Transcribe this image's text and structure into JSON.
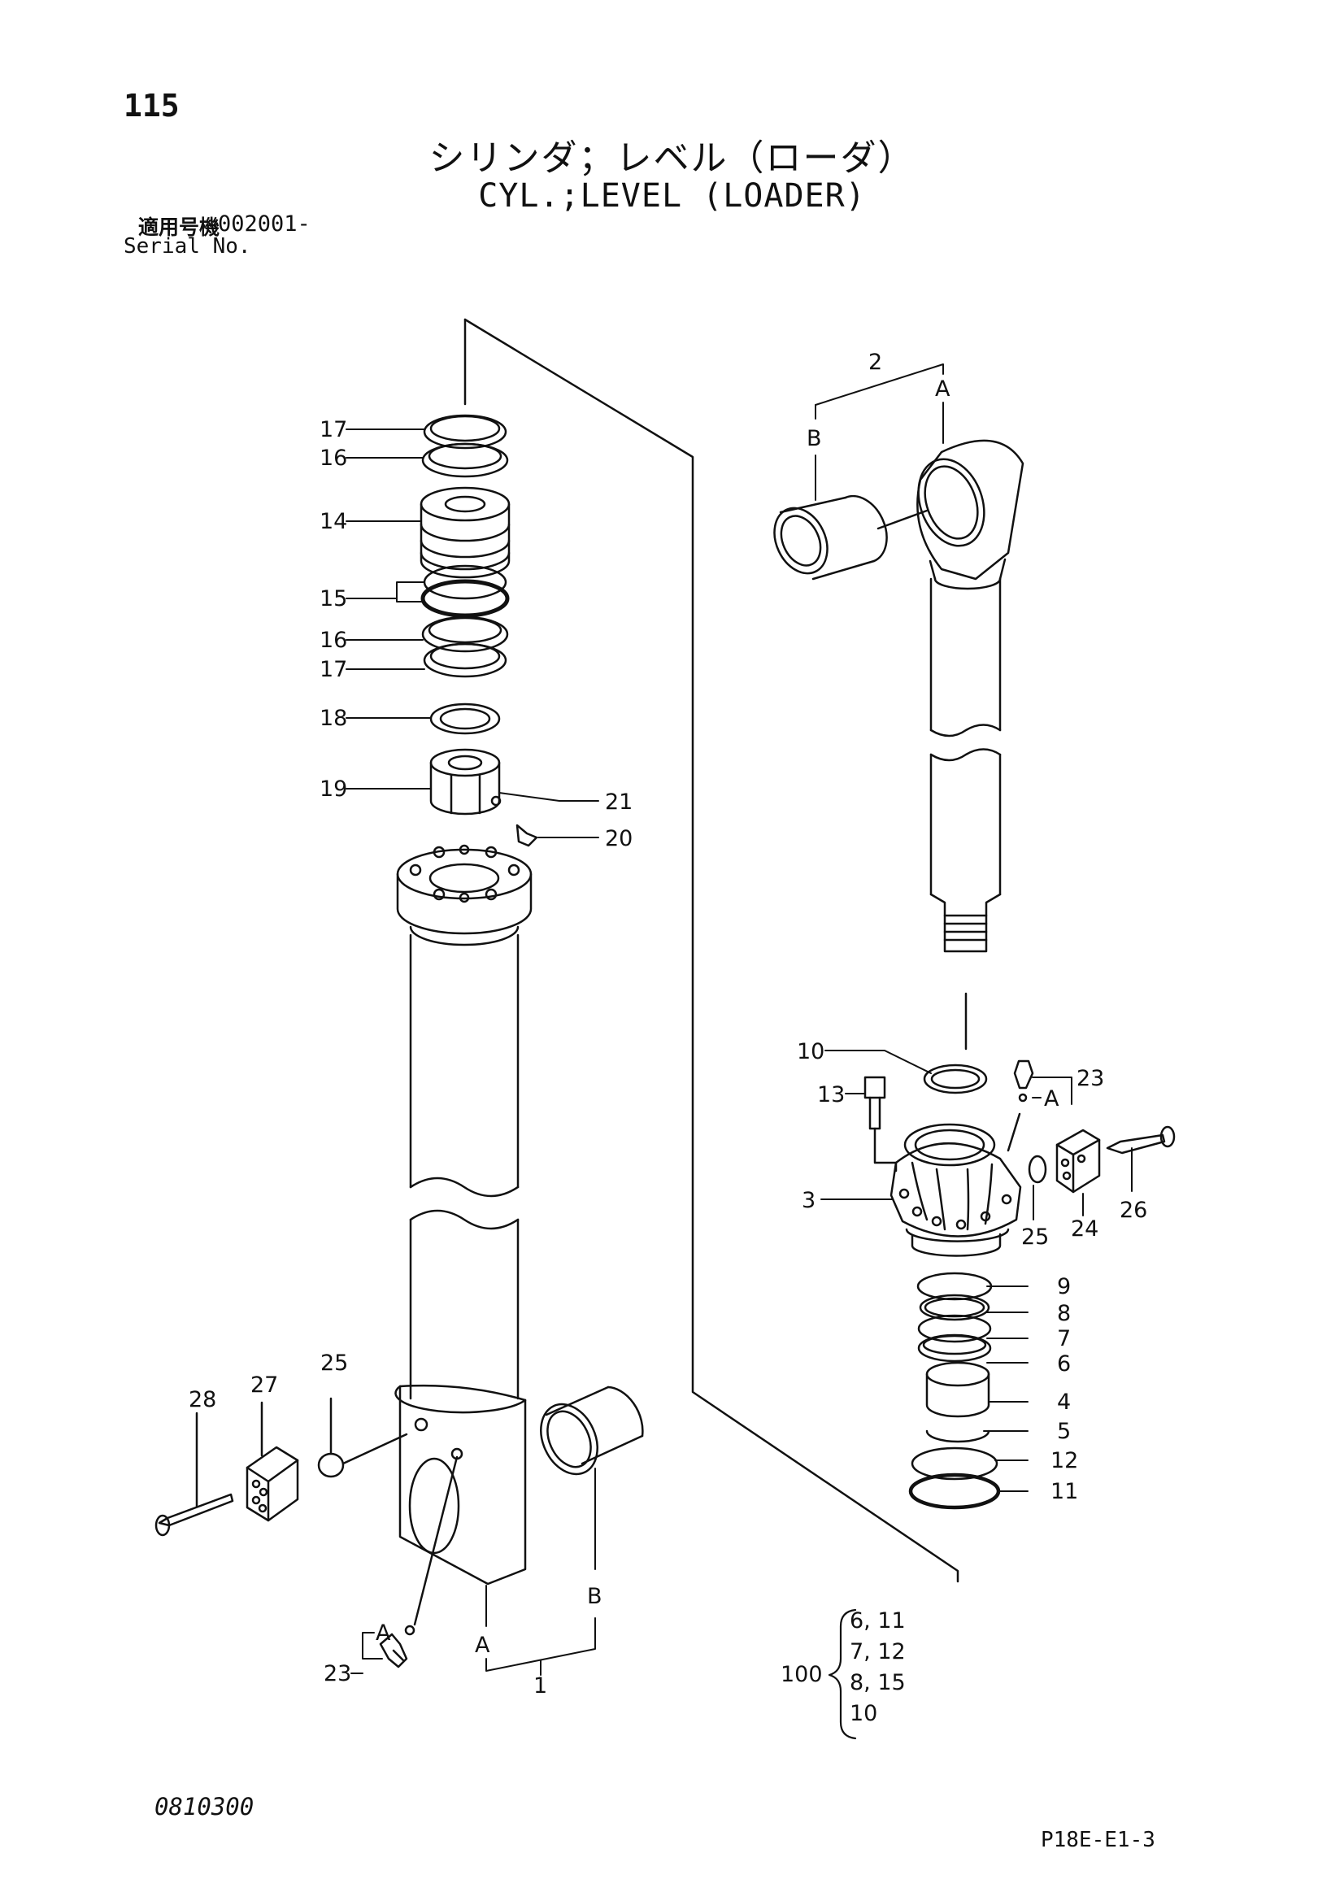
{
  "header": {
    "page_number": "115",
    "title_jp": "シリンダ；レベル（ローダ）",
    "title_en": "CYL.;LEVEL (LOADER)",
    "serial_label_jp": "適用号機",
    "serial_value": "002001-",
    "serial_label_en": "Serial No."
  },
  "callouts": [
    {
      "id": "c17a",
      "text": "17"
    },
    {
      "id": "c16a",
      "text": "16"
    },
    {
      "id": "c14",
      "text": "14"
    },
    {
      "id": "c15",
      "text": "15"
    },
    {
      "id": "c16b",
      "text": "16"
    },
    {
      "id": "c17b",
      "text": "17"
    },
    {
      "id": "c18",
      "text": "18"
    },
    {
      "id": "c19",
      "text": "19"
    },
    {
      "id": "c21",
      "text": "21"
    },
    {
      "id": "c20",
      "text": "20"
    },
    {
      "id": "c2",
      "text": "2"
    },
    {
      "id": "cA_top",
      "text": "A"
    },
    {
      "id": "cB_top",
      "text": "B"
    },
    {
      "id": "c10",
      "text": "10"
    },
    {
      "id": "c13",
      "text": "13"
    },
    {
      "id": "c23r",
      "text": "23"
    },
    {
      "id": "cA_mid",
      "text": "A"
    },
    {
      "id": "c3",
      "text": "3"
    },
    {
      "id": "c25r",
      "text": "25"
    },
    {
      "id": "c24",
      "text": "24"
    },
    {
      "id": "c26",
      "text": "26"
    },
    {
      "id": "c9",
      "text": "9"
    },
    {
      "id": "c8",
      "text": "8"
    },
    {
      "id": "c7",
      "text": "7"
    },
    {
      "id": "c6",
      "text": "6"
    },
    {
      "id": "c4",
      "text": "4"
    },
    {
      "id": "c5",
      "text": "5"
    },
    {
      "id": "c12",
      "text": "12"
    },
    {
      "id": "c11",
      "text": "11"
    },
    {
      "id": "c28",
      "text": "28"
    },
    {
      "id": "c27",
      "text": "27"
    },
    {
      "id": "c25l",
      "text": "25"
    },
    {
      "id": "cA_bl",
      "text": "A"
    },
    {
      "id": "c23l",
      "text": "23"
    },
    {
      "id": "cA_bot",
      "text": "A"
    },
    {
      "id": "cB_bot",
      "text": "B"
    },
    {
      "id": "c1",
      "text": "1"
    }
  ],
  "kit": {
    "label": "100",
    "rows": [
      "6, 11",
      "7, 12",
      "8, 15",
      "10"
    ]
  },
  "footer": {
    "doc_code": "0810300",
    "sheet_code": "P18E-E1-3"
  }
}
